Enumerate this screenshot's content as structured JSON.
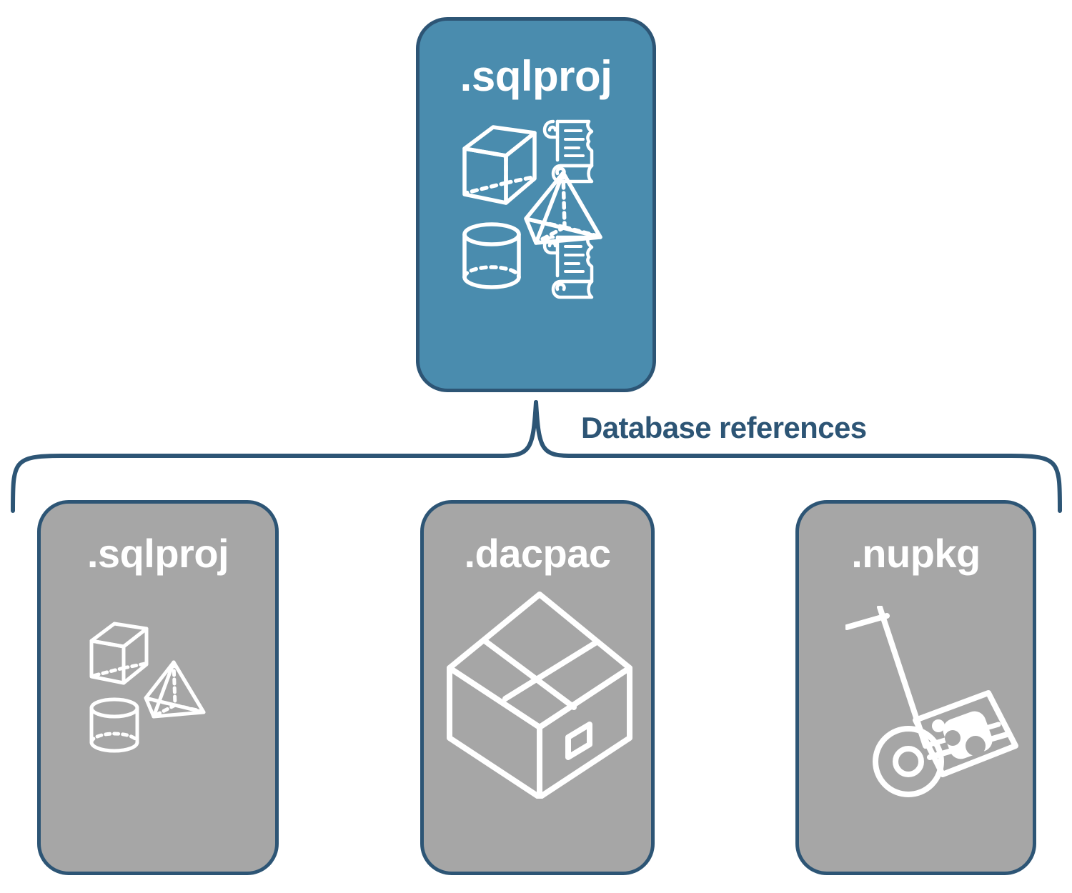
{
  "diagram": {
    "title": "Database references diagram",
    "colors": {
      "accent_blue": "#4A8CAE",
      "neutral_grey": "#A6A6A6",
      "outline_navy": "#2D5575",
      "icon_white": "#FFFFFF",
      "background": "#FFFFFF"
    },
    "root_node": {
      "label": ".sqlproj",
      "fill": "#4A8CAE",
      "icons": [
        "3d-shapes-icon",
        "scroll-icon",
        "scroll-icon"
      ]
    },
    "connector": {
      "label": "Database references",
      "style": "curly-brace",
      "color": "#2D5575"
    },
    "reference_nodes": [
      {
        "label": ".sqlproj",
        "fill": "#A6A6A6",
        "icon": "3d-shapes-icon"
      },
      {
        "label": ".dacpac",
        "fill": "#A6A6A6",
        "icon": "package-box-icon"
      },
      {
        "label": ".nupkg",
        "fill": "#A6A6A6",
        "icon": "hand-truck-icon"
      }
    ]
  }
}
